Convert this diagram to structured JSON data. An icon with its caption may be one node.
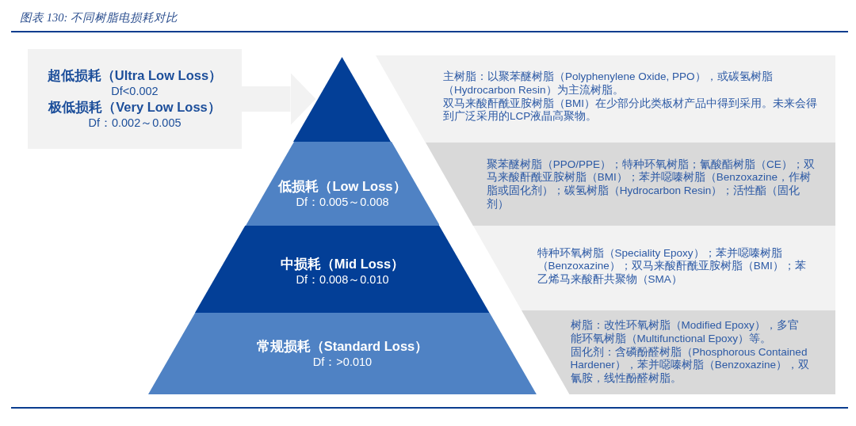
{
  "diagram": {
    "title": "图表 130: 不同树脂电损耗对比",
    "nodes": [
      {
        "text": [
          "超低损耗（Ultra Low Loss）",
          "Df<0.002",
          "极低损耗（Very Low Loss）",
          "Df：0.002～0.005"
        ]
      },
      {
        "text": [],
        "shape": "triangle"
      },
      {
        "text": [
          "主树脂：以聚苯醚树脂（Polyphenylene Oxide, PPO），或碳氢树脂（Hydrocarbon Resin）为主流树脂。",
          "双马来酸酐酰亚胺树脂（BMI）在少部分此类板材产品中得到采用。未来会得到广泛采用的LCP液晶高聚物。"
        ]
      },
      {
        "text": [
          "低损耗（Low Loss）",
          "Df：0.005～0.008"
        ]
      },
      {
        "text": [
          "聚苯醚树脂（PPO/PPE）；特种环氧树脂；氰酸酯树脂（CE）；双马来酸酐酰亚胺树脂（BMI）；苯并噁嗪树脂（Benzoxazine，作树脂或固化剂）；碳氢树脂（Hydrocarbon Resin）；活性酯（固化剂）"
        ]
      },
      {
        "text": [
          "中损耗（Mid Loss）",
          "Df：0.008～0.010"
        ]
      },
      {
        "text": [
          "特种环氧树脂（Speciality Epoxy）；苯并噁嗪树脂（Benzoxazine）；双马来酸酐酰亚胺树脂（BMI）；苯乙烯马来酸酐共聚物（SMA）"
        ]
      },
      {
        "text": [
          "常规损耗（Standard Loss）",
          "Df：>0.010"
        ]
      },
      {
        "text": [
          "树脂：改性环氧树脂（Modified Epoxy），多官能环氧树脂（Multifunctional Epoxy）等。",
          "固化剂：含磷酚醛树脂（Phosphorous Contained Hardener），苯并噁嗪树脂（Benzoxazine），双氰胺，线性酚醛树脂。"
        ]
      }
    ],
    "edges": [
      {
        "from": 0,
        "to": 1,
        "arrow": "to"
      }
    ]
  }
}
